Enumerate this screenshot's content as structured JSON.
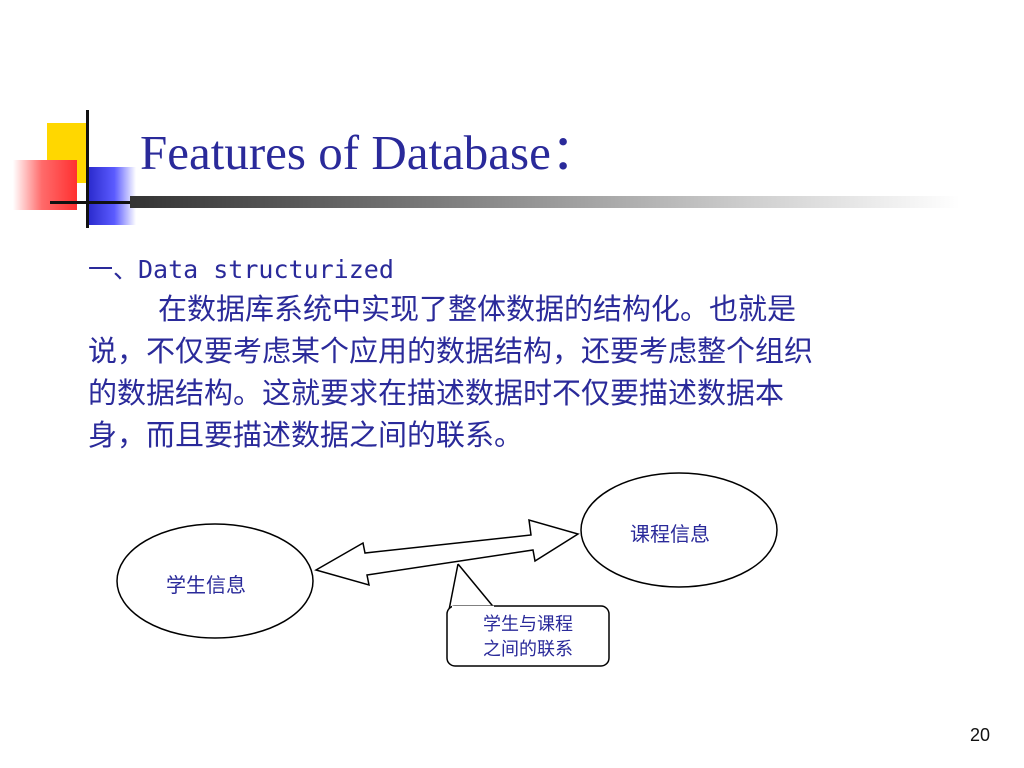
{
  "slide": {
    "title": "Features of Database：",
    "heading": "一、Data structurized",
    "body_lines": [
      "在数据库系统中实现了整体数据的结构化。也就是",
      "说，不仅要考虑某个应用的数据结构，还要考虑整个组织",
      "的数据结构。这就要求在描述数据时不仅要描述数据本",
      "身，而且要描述数据之间的联系。"
    ],
    "page_number": "20"
  },
  "diagram": {
    "student_node": "学生信息",
    "course_node": "课程信息",
    "relation_box_lines": [
      "学生与课程",
      "之间的联系"
    ]
  },
  "colors": {
    "title_text": "#2a2a9a",
    "accent_yellow": "#ffd700",
    "accent_red": "#ff3030",
    "accent_blue": "#2a2acc"
  }
}
